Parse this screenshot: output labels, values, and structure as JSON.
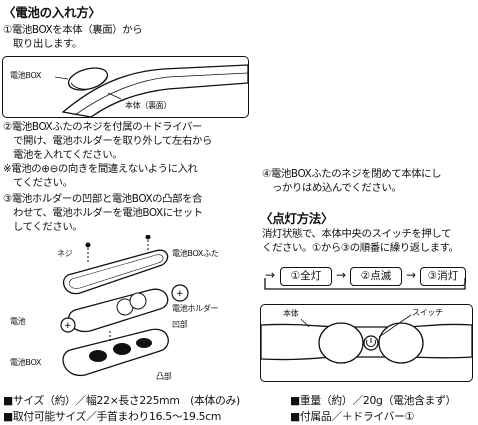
{
  "battery_section": {
    "title": "〈電池の入れ方〉",
    "step1": [
      "①電池BOXを本体（裏面）から",
      "　取り出します。"
    ],
    "fig1_labels": {
      "battery_box": "電池BOX",
      "main_body": "本体（裏面）"
    },
    "step2": [
      "②電池BOXふたのネジを付属の＋ドライバー",
      "　で開け、電池ホルダーを取り外して左右から",
      "　電池を入れてください。"
    ],
    "note": [
      "※電池の⊕⊖の向きを間違えないように入れ",
      "　てください。"
    ],
    "step3": [
      "③電池ホルダーの凹部と電池BOXの凸部を合",
      "　わせて、電池ホルダーを電池BOXにセット",
      "　してください。"
    ],
    "fig2_labels": {
      "screw": "ネジ",
      "box_lid": "電池BOXふた",
      "battery": "電池",
      "holder": "電池ホルダー",
      "recess": "凹部",
      "battery_box": "電池BOX",
      "protrusion": "凸部"
    },
    "step4": [
      "④電池BOXふたのネジを閉めて本体にし",
      "　っかりはめ込んでください。"
    ]
  },
  "lighting_section": {
    "title": "〈点灯方法〉",
    "desc": [
      "消灯状態で、本体中央のスイッチを押して",
      "ください。①から③の順番に繰り返します。"
    ],
    "modes": [
      "①全灯",
      "②点滅",
      "③消灯"
    ],
    "fig_labels": {
      "main_body": "本体",
      "switch": "スイッチ"
    }
  },
  "specs": {
    "size": "■サイズ（約）／幅22×長さ225mm　(本体のみ)",
    "wearable": "■取付可能サイズ／手首まわり16.5～19.5cm",
    "weight": "■重量（約）／20g（電池含まず）",
    "accessories": "■付属品／＋ドライバー①"
  }
}
